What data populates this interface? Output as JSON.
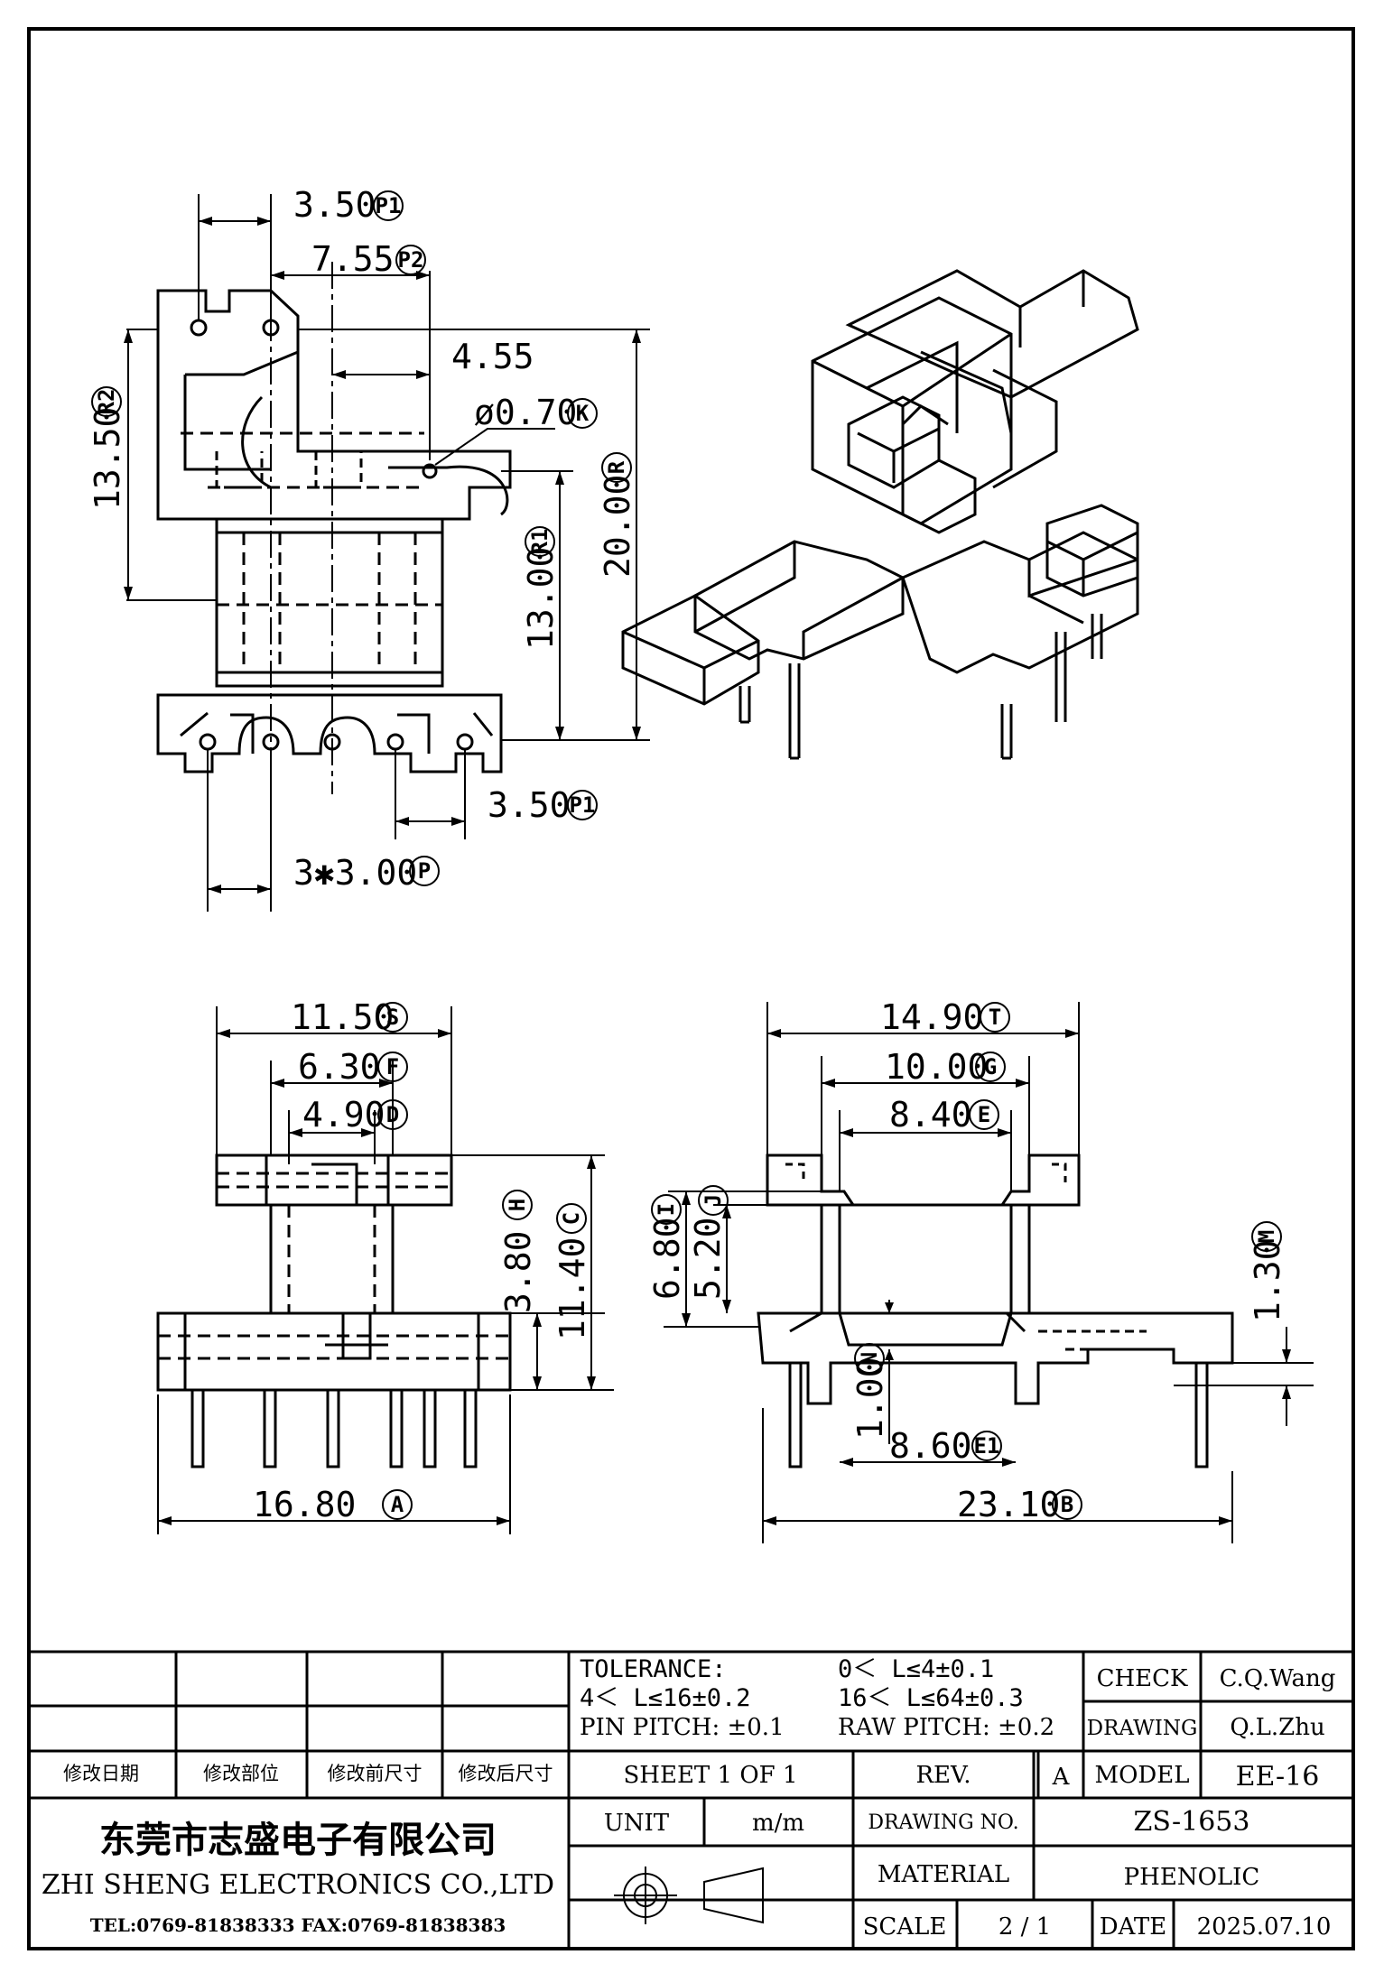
{
  "dims": {
    "p1_top": {
      "value": "3.50",
      "tag": "P1"
    },
    "p2": {
      "value": "7.55",
      "tag": "P2"
    },
    "d455": {
      "value": "4.55"
    },
    "k": {
      "value": "ø0.70",
      "tag": "K"
    },
    "r2": {
      "value": "13.50",
      "tag": "R2"
    },
    "r": {
      "value": "20.00",
      "tag": "R"
    },
    "r1": {
      "value": "13.00",
      "tag": "R1"
    },
    "p1_bot": {
      "value": "3.50",
      "tag": "P1"
    },
    "p": {
      "value": "3✱3.00",
      "tag": "P"
    },
    "s": {
      "value": "11.50",
      "tag": "S"
    },
    "f": {
      "value": "6.30",
      "tag": "F"
    },
    "d": {
      "value": "4.90",
      "tag": "D"
    },
    "h": {
      "value": "3.80",
      "tag": "H"
    },
    "c": {
      "value": "11.40",
      "tag": "C"
    },
    "a": {
      "value": "16.80",
      "tag": "A"
    },
    "t": {
      "value": "14.90",
      "tag": "T"
    },
    "g": {
      "value": "10.00",
      "tag": "G"
    },
    "e": {
      "value": "8.40",
      "tag": "E"
    },
    "i": {
      "value": "6.80",
      "tag": "I"
    },
    "j": {
      "value": "5.20",
      "tag": "J"
    },
    "m": {
      "value": "1.30",
      "tag": "M"
    },
    "n": {
      "value": "1.00",
      "tag": "N"
    },
    "e1": {
      "value": "8.60",
      "tag": "E1"
    },
    "b": {
      "value": "23.10",
      "tag": "B"
    }
  },
  "title_block": {
    "rev_headers": [
      "修改日期",
      "修改部位",
      "修改前尺寸",
      "修改后尺寸"
    ],
    "tolerance_label": "TOLERANCE:",
    "tol_1": "0＜ L≤4±0.1",
    "tol_2": "4＜ L≤16±0.2",
    "tol_3": "16＜ L≤64±0.3",
    "pin_pitch": "PIN  PITCH: ±0.1",
    "raw_pitch": "RAW  PITCH: ±0.2",
    "check_label": "CHECK",
    "check_value": "C.Q.Wang",
    "drawing_label": "DRAWING",
    "drawing_value": "Q.L.Zhu",
    "sheet": "SHEET  1  OF  1",
    "rev_label": "REV.",
    "rev_value": "A",
    "model_label": "MODEL",
    "model_value": "EE-16",
    "company_cn": "东莞市志盛电子有限公司",
    "company_en": "ZHI SHENG  ELECTRONICS CO.,LTD",
    "tel_fax": "TEL:0769-81838333 FAX:0769-81838383",
    "unit_label": "UNIT",
    "unit_value": "m/m",
    "drawing_no_label": "DRAWING  NO.",
    "drawing_no_value": "ZS-1653",
    "material_label": "MATERIAL",
    "material_value": "PHENOLIC",
    "scale_label": "SCALE",
    "scale_value": "2  /  1",
    "date_label": "DATE",
    "date_value": "2025.07.10"
  }
}
